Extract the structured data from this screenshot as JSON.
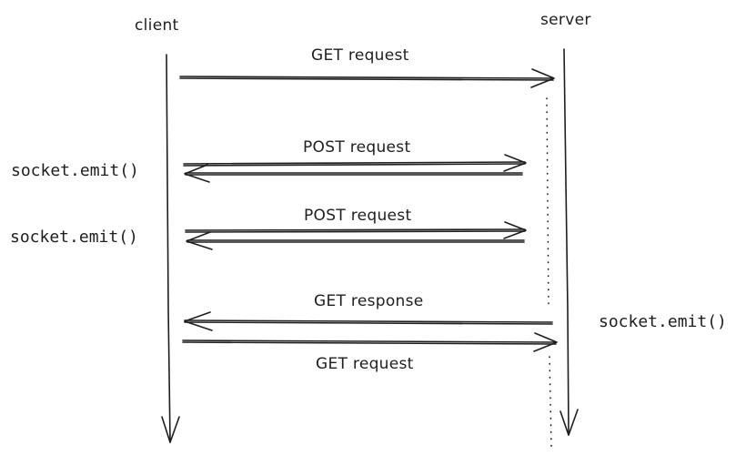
{
  "participants": {
    "client": "client",
    "server": "server"
  },
  "messages": [
    {
      "label": "GET request",
      "direction": "client-to-server"
    },
    {
      "label": "POST request",
      "direction": "bidirectional"
    },
    {
      "label": "POST request",
      "direction": "bidirectional"
    },
    {
      "label": "GET response",
      "direction": "server-to-client"
    },
    {
      "label": "GET request",
      "direction": "client-to-server"
    }
  ],
  "annotations": {
    "client_emit_1": "socket.emit()",
    "client_emit_2": "socket.emit()",
    "server_emit": "socket.emit()"
  },
  "colors": {
    "ink": "#1e1e1e",
    "background": "#ffffff"
  }
}
